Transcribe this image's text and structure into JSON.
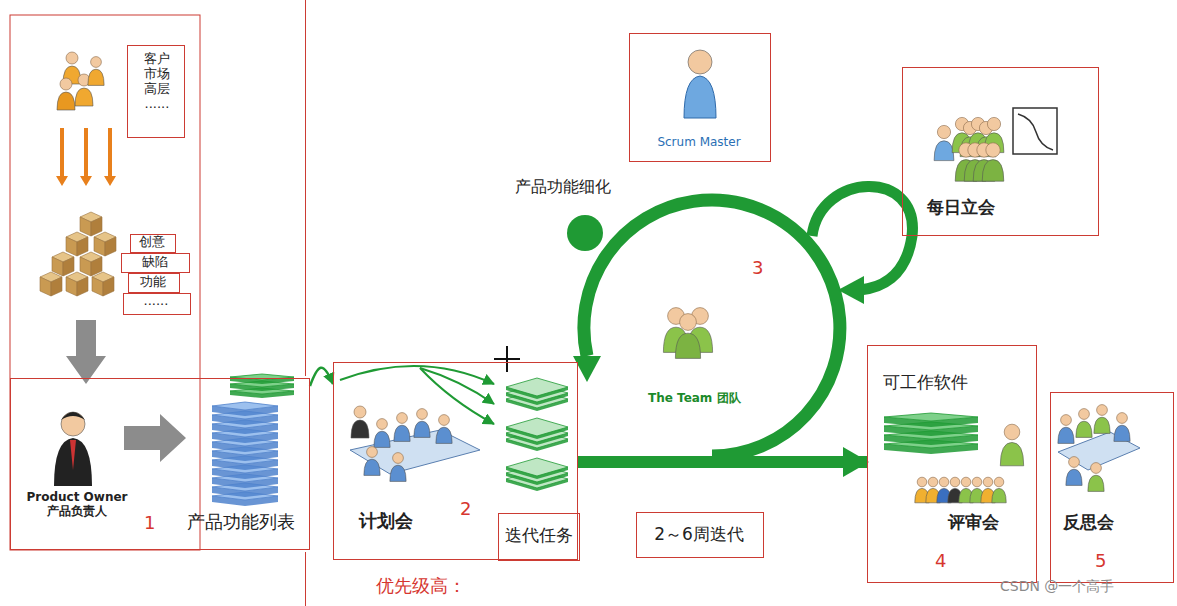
{
  "diagram": {
    "nodes": [
      {
        "text": [
          "客户 市场 高层 ......"
        ]
      },
      {
        "text": [
          "创意"
        ]
      },
      {
        "text": [
          "缺陷"
        ]
      },
      {
        "text": [
          "功能"
        ]
      },
      {
        "text": [
          "......"
        ]
      },
      {
        "text": [
          "Product Owner 产品负责人",
          "产品功能列表",
          "1"
        ]
      },
      {
        "text": [
          "计划会",
          "2"
        ]
      },
      {
        "text": [
          "迭代任务"
        ],
        "in": 6
      },
      {
        "text": [
          "Scrum Master"
        ]
      },
      {
        "text": [
          "每日立会"
        ]
      },
      {
        "text": [
          "2～6周迭代"
        ]
      },
      {
        "text": [
          "可工作软件",
          "评审会",
          "4"
        ]
      },
      {
        "text": [
          "反思会",
          "5"
        ]
      }
    ],
    "edges": [
      {
        "from": 5,
        "to": 6,
        "arrow": "to"
      },
      {
        "from": 6,
        "to": 11,
        "arrow": "to"
      }
    ],
    "labels": [
      "产品功能细化",
      "3",
      "The Team 团队",
      "优先级高：",
      "CSDN @一个高手"
    ]
  }
}
